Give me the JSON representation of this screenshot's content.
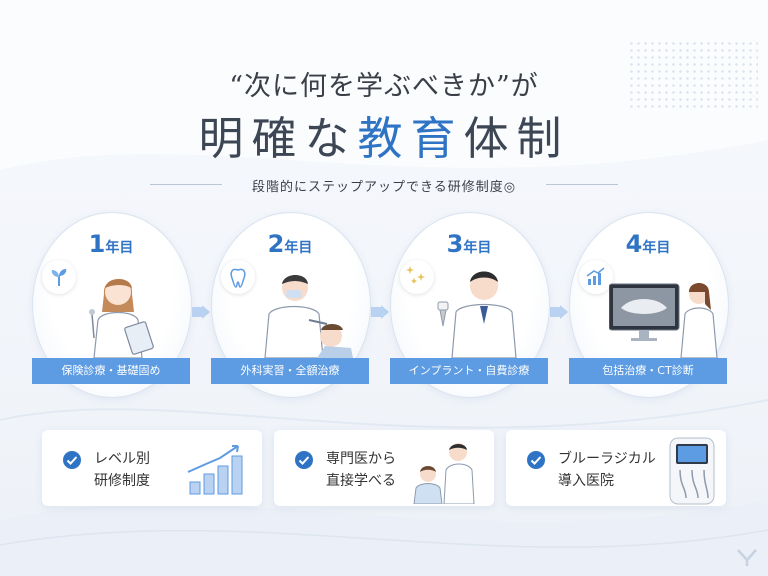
{
  "headline": "“次に何を学ぶべきか”が",
  "title": {
    "part1": "明確",
    "part2": "な",
    "part3": "教育",
    "part4": "体制"
  },
  "subtitle": "段階的にステップアップできる研修制度◎",
  "steps": [
    {
      "num": "1",
      "unit": "年目",
      "label": "保険診療・基礎固め",
      "icon": "sprout-icon"
    },
    {
      "num": "2",
      "unit": "年目",
      "label": "外科実習・全額治療",
      "icon": "tooth-icon"
    },
    {
      "num": "3",
      "unit": "年目",
      "label": "インプラント・自費診療",
      "icon": "implant-icon"
    },
    {
      "num": "4",
      "unit": "年目",
      "label": "包括治療・CT診断",
      "icon": "growth-chart-icon"
    }
  ],
  "features": [
    {
      "line1": "レベル別",
      "line2": "研修制度"
    },
    {
      "line1": "専門医から",
      "line2": "直接学べる"
    },
    {
      "line1": "ブルーラジカル",
      "line2": "導入医院"
    }
  ],
  "colors": {
    "accent": "#2f73c4",
    "band": "#5d9be3"
  }
}
